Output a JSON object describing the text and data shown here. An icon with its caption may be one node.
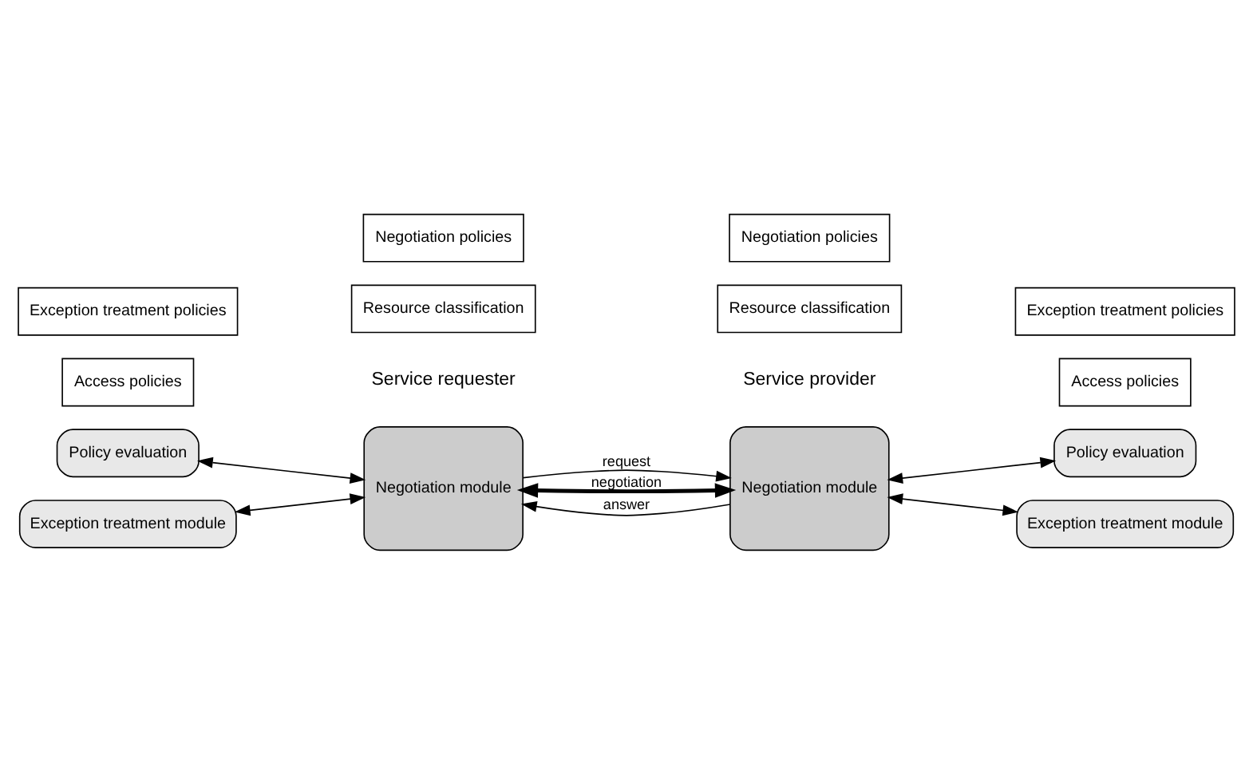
{
  "diagram": {
    "nodes": [
      {
        "text": [
          "Policy evaluation"
        ]
      },
      {
        "text": [
          "Access policies"
        ]
      },
      {
        "text": [
          "Exception treatment module"
        ]
      },
      {
        "text": [
          "Exception treatment policies"
        ]
      },
      {
        "text": [
          "Negotiation module"
        ]
      },
      {
        "text": [
          "Resource classification"
        ]
      },
      {
        "text": [
          "Negotiation policies"
        ]
      },
      {
        "text": [
          "Negotiation module"
        ]
      },
      {
        "text": [
          "Resource classification"
        ]
      },
      {
        "text": [
          "Negotiation policies"
        ]
      },
      {
        "text": [
          "Policy evaluation"
        ]
      },
      {
        "text": [
          "Access policies"
        ]
      },
      {
        "text": [
          "Exception treatment module"
        ]
      },
      {
        "text": [
          "Exception treatment policies"
        ]
      }
    ],
    "edges": [
      {
        "from": 4,
        "to": 7,
        "arrow": "to",
        "label": "request"
      },
      {
        "from": 4,
        "to": 7,
        "arrow": "both",
        "label": "negotiation",
        "style": "thick"
      },
      {
        "from": 7,
        "to": 4,
        "arrow": "to",
        "label": "answer"
      },
      {
        "from": 0,
        "to": 4,
        "arrow": "both"
      },
      {
        "from": 2,
        "to": 4,
        "arrow": "both"
      },
      {
        "from": 7,
        "to": 10,
        "arrow": "both"
      },
      {
        "from": 7,
        "to": 12,
        "arrow": "both"
      }
    ],
    "labels": [
      "Service requester",
      "Service provider"
    ]
  }
}
